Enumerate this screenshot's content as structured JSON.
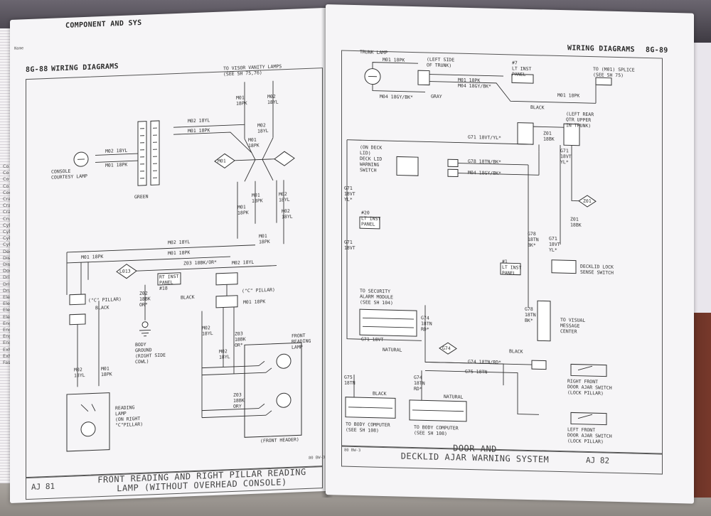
{
  "left_page": {
    "running_head_top": "COMPONENT AND SYS",
    "running_head_tiny": "Name",
    "page_number": "8G-88",
    "section": "WIRING DIAGRAMS",
    "side_index": [
      "Co",
      "Co",
      "Co",
      "Co",
      "Coo",
      "Cra",
      "Cra",
      "Cra",
      "Cru",
      "Cyl",
      "Cyli",
      "Cyli",
      "Cyli",
      "Dec",
      "Disc",
      "Dist",
      "Doc",
      "Driv",
      "Driv",
      "Drun",
      "Elec",
      "Elec",
      "Elec",
      "Elec",
      "Engi",
      "Engi",
      "Eng",
      "Eng",
      "Exh",
      "Exh",
      "Fas"
    ],
    "labels": {
      "visor": "TO VISOR VANITY LAMPS\n(SEE SH 75,76)",
      "m01a": "M01\n18PK",
      "m02a": "M02\n18YL",
      "m02b": "M02 18YL",
      "m01b": "M01 18PK",
      "m02c": "M02\n18YL",
      "m01c": "M01\n18PK",
      "console_lamp": "CONSOLE\nCOURTESY LAMP",
      "m02d": "M02 18YL",
      "m01d": "M01 18PK",
      "green": "GREEN",
      "m01e": "M01\n18PK",
      "m02e": "M02\n18YL",
      "m01f": "M01\n18PK",
      "m02f": "M02\n18YL",
      "m02g": "M02 18YL",
      "m01g": "M01 18PK",
      "m01h": "M01\n18PK",
      "m01i": "M01 18PK",
      "z03a": "Z03 18BK/OR*",
      "m02h": "M02 18YL",
      "rt_inst": "RT INST\nPANEL\n#18",
      "z02": "Z02\n18BK\nOR*",
      "c_pillar_l": "(\"C\" PILLAR)",
      "black_l": "BLACK",
      "black_c": "BLACK",
      "c_pillar_c": "(\"C\" PILLAR)",
      "m01j": "M01 18PK",
      "body_ground": "BODY\nGROUND\n(RIGHT SIDE\nCOWL)",
      "m02i": "M02\n18YL",
      "z03b": "Z03\n18BK\nOR*",
      "m02j": "M02\n18YL",
      "m02k": "M02\n18YL",
      "m01k": "M01\n18PK",
      "front_reading": "FRONT\nREADING\nLAMP",
      "reading_lamp": "READING\nLAMP\n(ON RIGHT\n\"C\"PILLAR)",
      "z03c": "Z03\n18BK\nORY",
      "front_header": "(FRONT HEADER)",
      "conn_m01": "M01",
      "conn_l013": "L013"
    },
    "page_code": "AJ  81",
    "footer_ref": "80 BW-3",
    "title_line1": "FRONT READING AND RIGHT PILLAR READING",
    "title_line2": "LAMP (WITHOUT OVERHEAD CONSOLE)"
  },
  "right_page": {
    "section": "WIRING DIAGRAMS",
    "page_number": "8G-89",
    "labels": {
      "trunk_lamp": "TRUNK LAMP",
      "m01a": "M01 18PK",
      "left_side_trunk": "(LEFT SIDE\nOF TRUNK)",
      "m01b": "M01 18PK",
      "m04a": "M04 18GY/BK*",
      "m04b": "M04 18GY/BK*",
      "gray": "GRAY",
      "lt_inst7": "#7\nLT INST\nPANEL",
      "to_m01": "TO (M01) SPLICE\n(SEE SH 75)",
      "m01c": "M01 18PK",
      "black_r": "BLACK",
      "left_rear": "(LEFT REAR\nQTR UPPER\nIN TRUNK)",
      "g71a": "G71 18VT/YL*",
      "z01a": "Z01\n18BK",
      "g71b": "G71\n18VT\nYL*",
      "deck_lid": "(ON DECK\nLID)\nDECK LID\nWARNING\nSWITCH",
      "g78a": "G78 18TN/BK*",
      "m04c": "M04 18GY/BK*",
      "g71c": "G71\n18VT\nYL*",
      "conn_z01": "Z01",
      "lt_inst20": "#20\nLT INST\nPANEL",
      "z01b": "Z01\n18BK",
      "g71d": "G71\n18VT",
      "g78b": "G78\n18TN\nBK*",
      "g71e": "G71\n18VT\nYL*",
      "decklid_lock": "DECKLID LOCK\nSENSE SWITCH",
      "lt_inst1": "#1\nLT INST\nPANEL",
      "to_security": "TO SECURITY\nALARM MODULE\n(SEE SH 104)",
      "g74a": "G74\n18TN\nRD*",
      "g78c": "G78\n18TN\nBK*",
      "to_visual": "TO VISUAL\nMESSAGE\nCENTER",
      "g71f": "G71 18VT",
      "natural_a": "NATURAL",
      "conn_g74": "G74",
      "g74b": "G74 18TN/RD*",
      "black_s": "BLACK",
      "g75a": "G75 18TN",
      "g75b": "G75\n18TN",
      "g74c": "G74\n18TN\nRD*",
      "black_b": "BLACK",
      "natural_b": "NATURAL",
      "right_front": "RIGHT FRONT\nDOOR AJAR SWITCH\n(LOCK PILLAR)",
      "left_front": "LEFT FRONT\nDOOR AJAR SWITCH\n(LOCK PILLAR)",
      "to_body_a": "TO BODY COMPUTER\n(SEE SH 108)",
      "to_body_b": "TO BODY COMPUTER\n(SEE SH 108)"
    },
    "footer_ref": "80 BW-3",
    "title_line1": "DOOR AND",
    "title_line2": "DECKLID AJAR WARNING SYSTEM",
    "page_code": "AJ  82"
  }
}
